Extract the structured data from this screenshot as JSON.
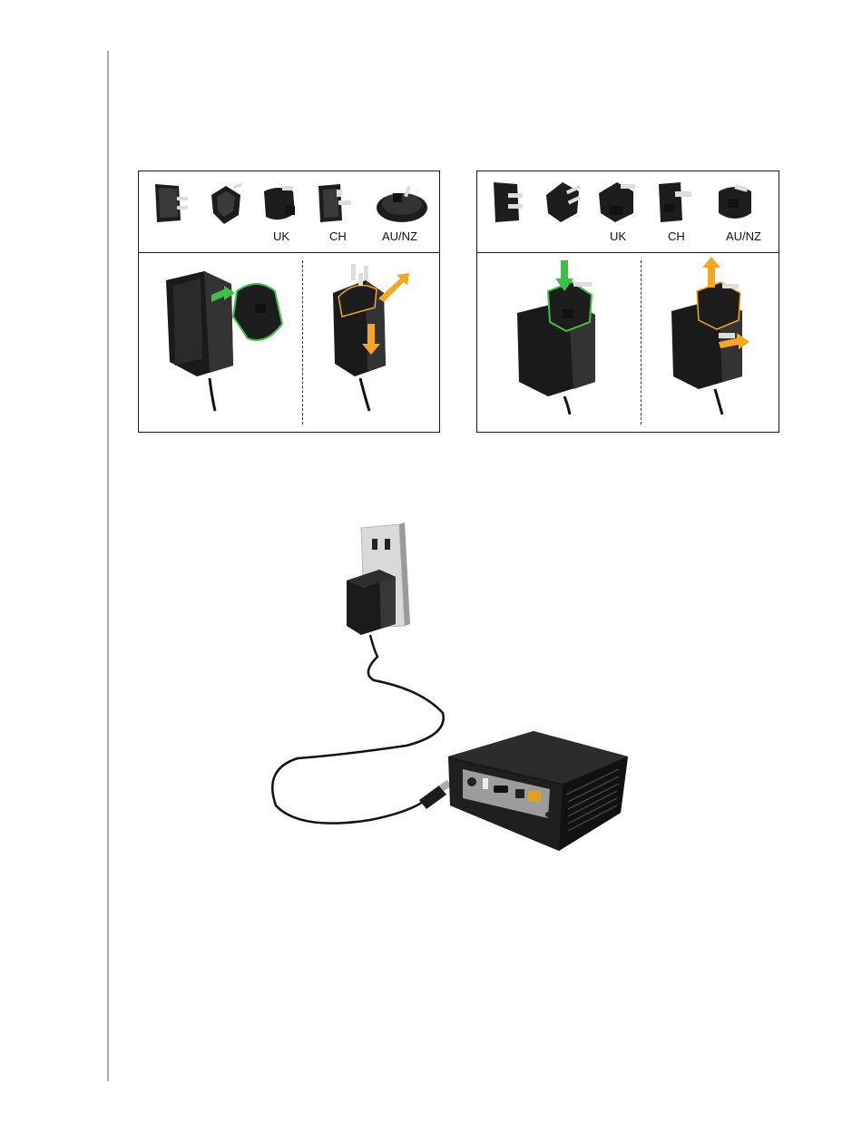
{
  "panels": [
    {
      "labels": [
        "UK",
        "CH",
        "AU/NZ"
      ]
    },
    {
      "labels": [
        "UK",
        "CH",
        "AU/NZ"
      ]
    }
  ],
  "icons": [
    "plug-us-icon",
    "plug-eu-icon",
    "plug-uk-icon",
    "plug-ch-icon",
    "plug-aunz-icon",
    "adapter-icon",
    "arrow-icon",
    "wall-outlet-icon",
    "media-player-icon"
  ],
  "colors": {
    "insert_arrow": "#3fbf4a",
    "remove_arrow": "#f5a623",
    "frame": "#1a1a1a",
    "rule": "#a8a8a8"
  }
}
